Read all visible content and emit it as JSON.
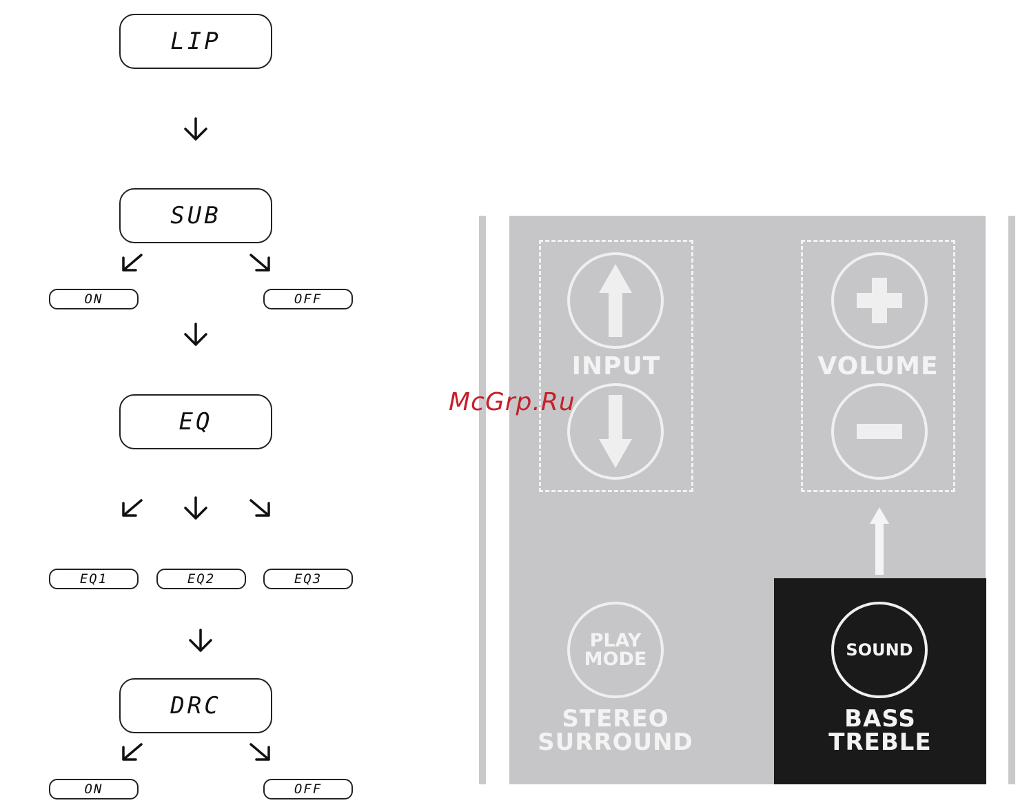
{
  "flow": {
    "lip": "LIP",
    "sub": "SUB",
    "sub_on": "ON",
    "sub_off": "OFF",
    "eq": "EQ",
    "eq1": "EQ1",
    "eq2": "EQ2",
    "eq3": "EQ3",
    "drc": "DRC",
    "drc_on": "ON",
    "drc_off": "OFF"
  },
  "remote": {
    "input_label": "INPUT",
    "volume_label": "VOLUME",
    "play_mode_line1": "PLAY",
    "play_mode_line2": "MODE",
    "stereo_label": "STEREO",
    "surround_label": "SURROUND",
    "sound_label": "SOUND",
    "bass_label": "BASS",
    "treble_label": "TREBLE",
    "icons": [
      "up-arrow-icon",
      "down-arrow-icon",
      "plus-icon",
      "minus-icon"
    ],
    "colors": {
      "panel": "#c6c6c8",
      "highlight": "#1b1a1a",
      "foreground": "#f3f3f3"
    }
  },
  "watermark": "McGrp.Ru"
}
